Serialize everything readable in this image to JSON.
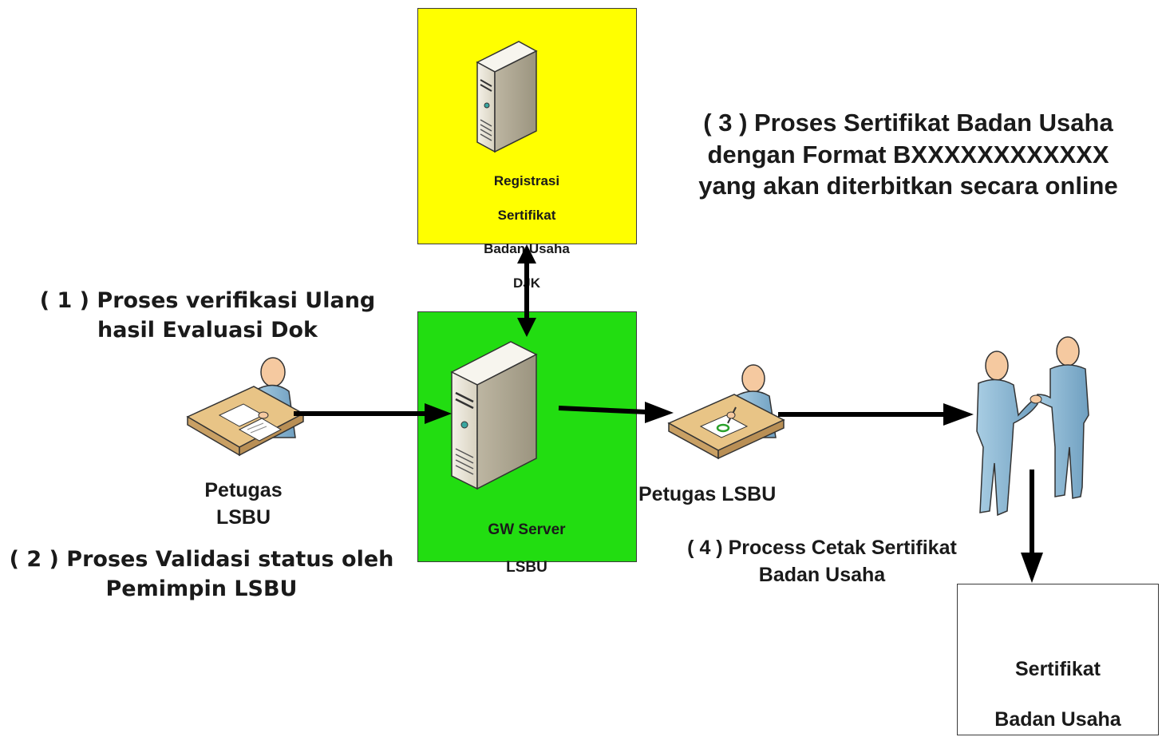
{
  "nodes": {
    "djk": {
      "label_lines": [
        "Registrasi",
        "Sertifikat",
        "Badan Usaha",
        "DJK"
      ],
      "fill": "#ffff00",
      "icon": "server-icon"
    },
    "gateway": {
      "label_lines": [
        "GW Server",
        "LSBU"
      ],
      "fill": "#22dd11",
      "icon": "server-icon"
    },
    "petugas_left": {
      "label_lines": [
        "Petugas",
        "LSBU"
      ],
      "icon": "officer-at-desk-icon"
    },
    "petugas_right": {
      "label": "Petugas LSBU",
      "icon": "officer-signing-icon"
    },
    "handshake": {
      "icon": "handshake-icon"
    },
    "certificate": {
      "label_lines": [
        "Sertifikat",
        "Badan Usaha"
      ],
      "fill": "#ffffff"
    }
  },
  "steps": {
    "step1": [
      "( 1 ) Proses verifikasi Ulang",
      "hasil Evaluasi Dok"
    ],
    "step2": [
      "( 2 ) Proses Validasi status oleh",
      "Pemimpin LSBU"
    ],
    "step3": [
      "( 3 ) Proses Sertifikat Badan Usaha",
      "dengan Format BXXXXXXXXXXXX",
      "yang akan diterbitkan secara online"
    ],
    "step4": [
      "( 4 ) Process Cetak Sertifikat",
      "Badan Usaha"
    ]
  },
  "edges": [
    {
      "from": "gateway",
      "to": "djk",
      "style": "bidirectional"
    },
    {
      "from": "petugas_left",
      "to": "gateway",
      "style": "arrow"
    },
    {
      "from": "gateway",
      "to": "petugas_right",
      "style": "arrow"
    },
    {
      "from": "petugas_right",
      "to": "handshake",
      "style": "arrow"
    },
    {
      "from": "handshake",
      "to": "certificate",
      "style": "arrow"
    }
  ],
  "colors": {
    "arrow": "#000000",
    "skin": "#f5c9a0",
    "shirt": "#8fbcd8",
    "desk": "#e8c486",
    "server": "#e9e4d6"
  }
}
